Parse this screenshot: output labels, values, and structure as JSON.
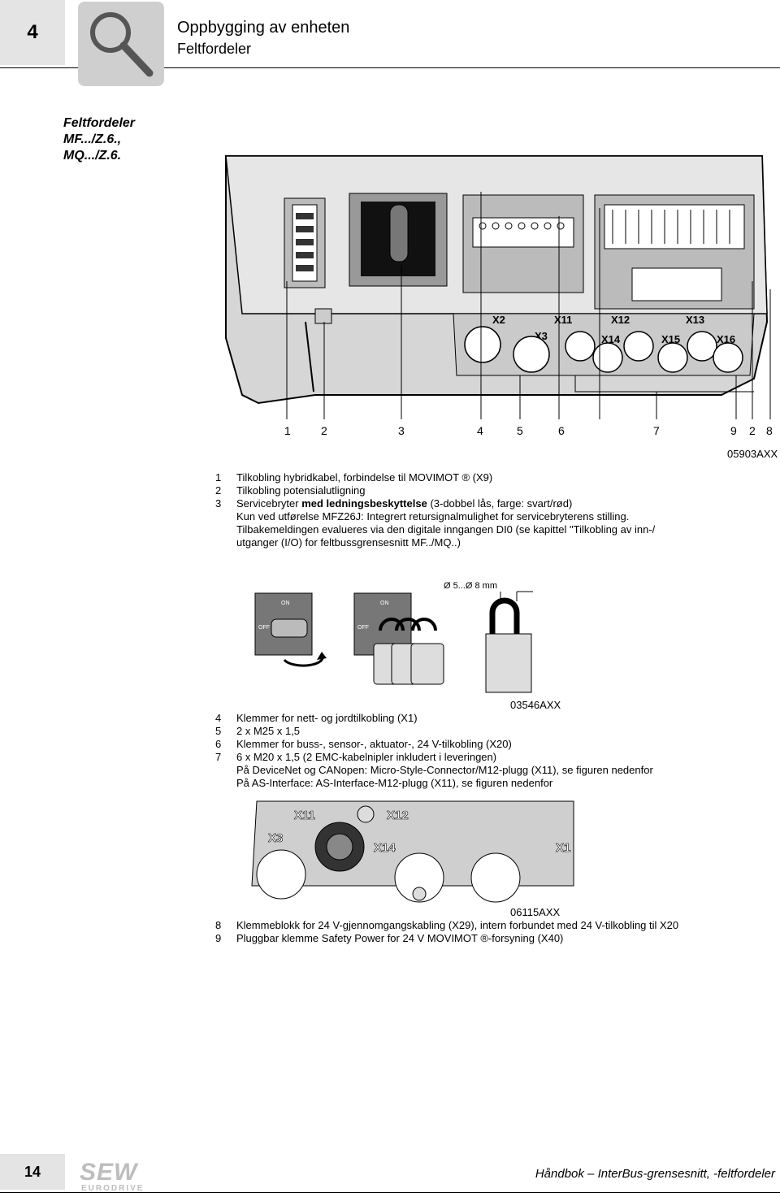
{
  "header": {
    "chapter_number": "4",
    "title": "Oppbygging av enheten",
    "subtitle": "Feltfordeler"
  },
  "side_heading": {
    "line1": "Feltfordeler",
    "line2": "MF.../Z.6.,",
    "line3": "MQ.../Z.6."
  },
  "figure1": {
    "callouts": [
      "1",
      "2",
      "3",
      "4",
      "5",
      "6",
      "7",
      "9",
      "2",
      "8"
    ],
    "code": "05903AXX",
    "labels": {
      "x2": "X2",
      "x3": "X3",
      "x11": "X11",
      "x12": "X12",
      "x13": "X13",
      "x14": "X14",
      "x15": "X15",
      "x16": "X16"
    }
  },
  "list1": [
    {
      "n": "1",
      "text": "Tilkobling hybridkabel, forbindelse til MOVIMOT ® (X9)"
    },
    {
      "n": "2",
      "text": "Tilkobling potensialutligning"
    },
    {
      "n": "3",
      "text_pre": "Servicebryter ",
      "text_bold": "med ledningsbeskyttelse",
      "text_post": " (3-dobbel lås, farge: svart/rød)"
    }
  ],
  "list1_extra": [
    "Kun ved utførelse MFZ26J: Integrert retursignalmulighet for servicebryterens stilling.",
    "Tilbakemeldingen evalueres via den digitale inngangen DI0 (se kapittel \"Tilkobling av inn-/",
    "utganger (I/O) for feltbussgrensesnitt MF../MQ..)"
  ],
  "figure2": {
    "dim_label": "Ø 5...Ø 8 mm",
    "switch_on": "ON",
    "switch_off": "OFF",
    "code": "03546AXX"
  },
  "list2": [
    {
      "n": "4",
      "text": "Klemmer for nett- og jordtilkobling (X1)"
    },
    {
      "n": "5",
      "text": "2 x M25 x 1,5"
    },
    {
      "n": "6",
      "text": "Klemmer for buss-, sensor-, aktuator-, 24 V-tilkobling (X20)"
    },
    {
      "n": "7",
      "text": "6 x M20 x 1,5 (2 EMC-kabelnipler inkludert i leveringen)"
    }
  ],
  "list2_extra": [
    "På DeviceNet og CANopen: Micro-Style-Connector/M12-plugg (X11), se figuren nedenfor",
    "På AS-Interface: AS-Interface-M12-plugg (X11), se figuren nedenfor"
  ],
  "figure3": {
    "code": "06115AXX",
    "labels": {
      "x11": "X11",
      "x12": "X12",
      "x3": "X3",
      "x14": "X14",
      "x1": "X1"
    }
  },
  "list3": [
    {
      "n": "8",
      "text": "Klemmeblokk for 24 V-gjennomgangskabling (X29), intern forbundet med 24 V-tilkobling til X20"
    },
    {
      "n": "9",
      "text": "Pluggbar klemme Safety Power for 24 V MOVIMOT ®-forsyning (X40)"
    }
  ],
  "footer": {
    "page_number": "14",
    "logo_text": "SEW",
    "logo_sub": "EURODRIVE",
    "doc_title": "Håndbok – InterBus-grensesnitt, -feltfordeler"
  }
}
